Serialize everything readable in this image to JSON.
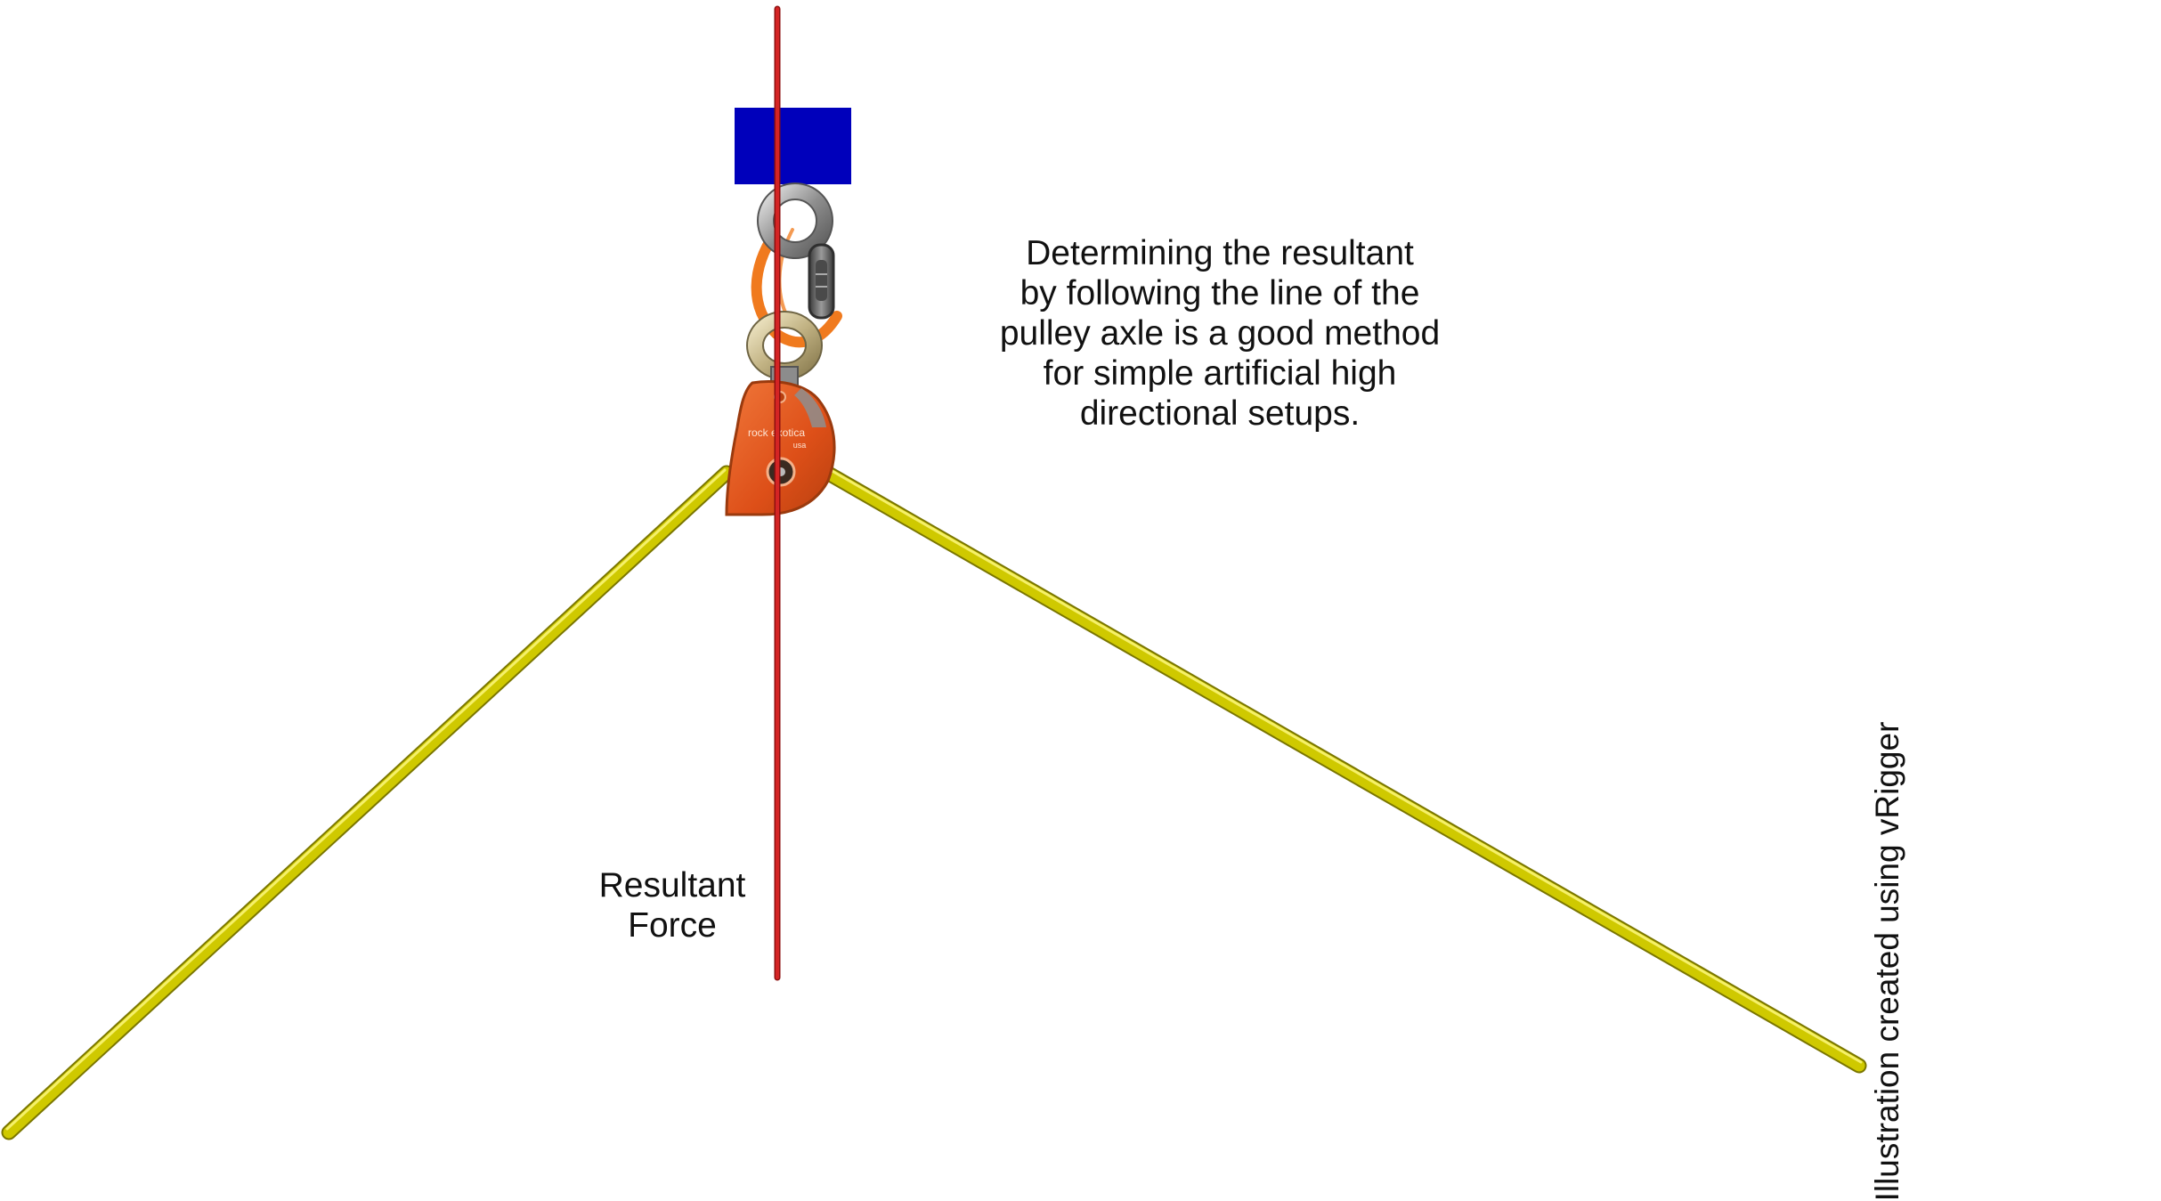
{
  "diagram": {
    "colors": {
      "rope": "#c9c400",
      "rope_highlight": "#f3ee4a",
      "resultant_line": "#cc1f1f",
      "anchor_block": "#0000bb",
      "pulley_body": "#e3561d",
      "sling": "#f07a1e",
      "ring_steel": "#9a9a9a",
      "ring_brass": "#c7b98a",
      "carabiner": "#6b6b6b",
      "text": "#111111"
    },
    "elements": {
      "anchor_block": "anchor-block",
      "resultant_line": "resultant-force-line",
      "rope_left": "rope-left",
      "rope_right": "rope-right",
      "pulley": "pulley-icon",
      "swivel": "swivel-ring-icon",
      "anchor_ring": "anchor-ring-icon",
      "sling": "sling-icon",
      "carabiner": "carabiner-icon"
    },
    "pulley_label": {
      "brand": "rock exotica",
      "origin": "usa"
    },
    "caption_lines": [
      "Determining the resultant",
      "by following the line of the",
      "pulley axle is a good method",
      "for simple artificial high",
      "directional setups."
    ],
    "resultant_label_lines": [
      "Resultant",
      "Force"
    ],
    "credit": "Illustration created using vRigger"
  }
}
